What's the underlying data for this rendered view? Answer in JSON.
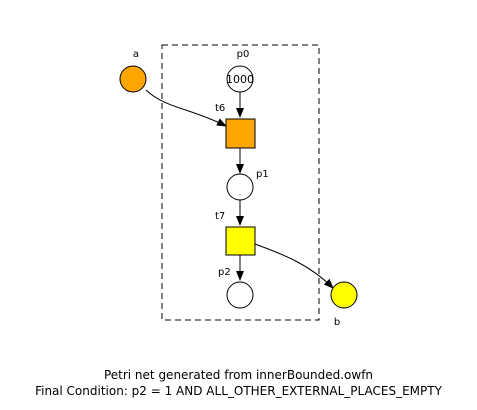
{
  "net": {
    "places": [
      {
        "id": "p0",
        "label": "p0",
        "tokens": "1000",
        "fill": "#ffffff",
        "external": false
      },
      {
        "id": "p1",
        "label": "p1",
        "tokens": "",
        "fill": "#ffffff",
        "external": false
      },
      {
        "id": "p2",
        "label": "p2",
        "tokens": "",
        "fill": "#ffffff",
        "external": false
      },
      {
        "id": "a",
        "label": "a",
        "tokens": "",
        "fill": "#ffa500",
        "external": true
      },
      {
        "id": "b",
        "label": "b",
        "tokens": "",
        "fill": "#ffff00",
        "external": true
      }
    ],
    "transitions": [
      {
        "id": "t6",
        "label": "t6",
        "fill": "#ffa500"
      },
      {
        "id": "t7",
        "label": "t7",
        "fill": "#ffff00"
      }
    ],
    "arcs": [
      {
        "from": "p0",
        "to": "t6"
      },
      {
        "from": "a",
        "to": "t6"
      },
      {
        "from": "t6",
        "to": "p1"
      },
      {
        "from": "p1",
        "to": "t7"
      },
      {
        "from": "t7",
        "to": "p2"
      },
      {
        "from": "t7",
        "to": "b"
      }
    ]
  },
  "caption": {
    "line1": "Petri net generated from innerBounded.owfn",
    "line2": "Final Condition: p2 = 1 AND ALL_OTHER_EXTERNAL_PLACES_EMPTY"
  }
}
